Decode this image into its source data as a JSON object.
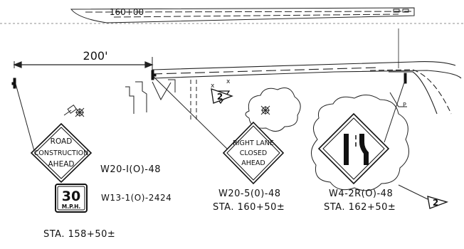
{
  "top_station": "160+00",
  "dimension": "200'",
  "revision_marks": [
    "2",
    "2"
  ],
  "signs": {
    "road_construction": {
      "line1": "ROAD",
      "line2": "CONSTRUCTION",
      "line3": "AHEAD",
      "code": "W20-I(O)-48"
    },
    "speed_plate": {
      "value": "30",
      "unit": "M.P.H.",
      "code": "W13-1(O)-2424"
    },
    "right_lane_closed": {
      "line1": "RIGHT LANE",
      "line2": "CLOSED",
      "line3": "AHEAD",
      "code": "W20-5(0)-48"
    },
    "lane_reduction": {
      "code": "W4-2R(O)-48"
    }
  },
  "stations": {
    "sign1": "STA. 158+50±",
    "sign2": "STA. 160+50±",
    "sign3": "STA. 162+50±"
  }
}
